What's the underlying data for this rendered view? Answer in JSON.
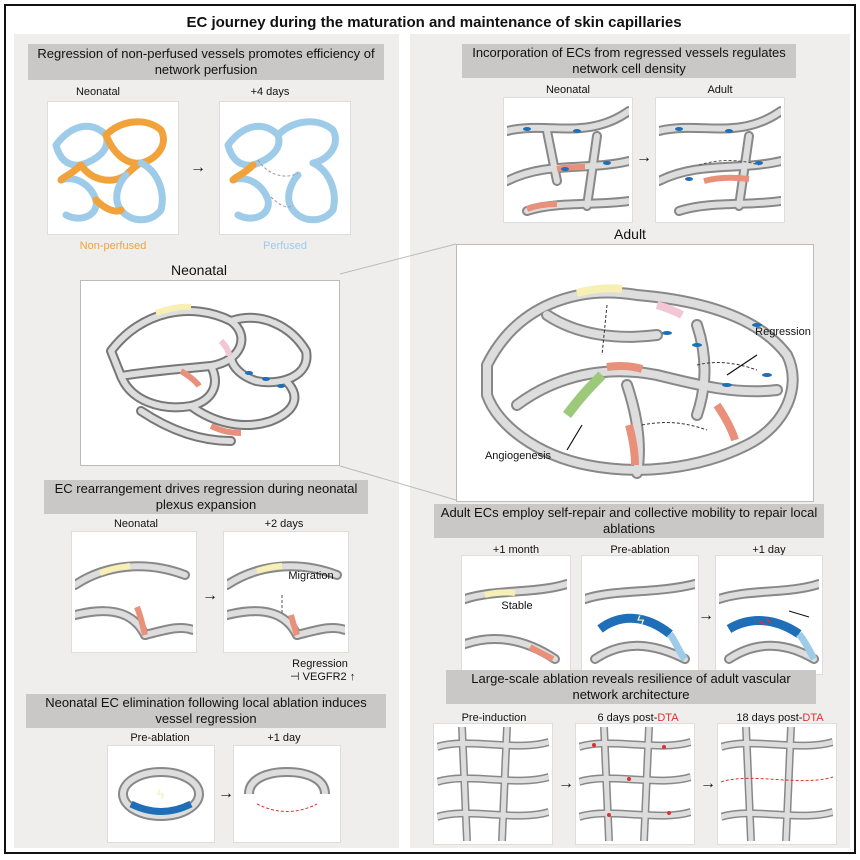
{
  "title": "EC journey during the maturation and maintenance of skin capillaries",
  "left": {
    "section1": {
      "header": "Regression of non-perfused vessels promotes efficiency of network perfusion",
      "label_a": "Neonatal",
      "label_b": "+4 days",
      "legend_a": "Non-perfused",
      "legend_b": "Perfused"
    },
    "neonatal_big": "Neonatal",
    "section2": {
      "header": "EC rearrangement drives regression during neonatal plexus expansion",
      "label_a": "Neonatal",
      "label_b": "+2 days",
      "migration": "Migration",
      "regression": "Regression",
      "vegfr2": "VEGFR2"
    },
    "section3": {
      "header": "Neonatal EC elimination following local ablation induces vessel regression",
      "label_a": "Pre-ablation",
      "label_b": "+1 day"
    }
  },
  "right": {
    "section1": {
      "header": "Incorporation of ECs from regressed vessels regulates network cell density",
      "label_a": "Neonatal",
      "label_b": "Adult"
    },
    "adult_big": "Adult",
    "regression": "Regression",
    "angiogenesis": "Angiogenesis",
    "section2": {
      "header": "Adult ECs employ self-repair and collective mobility to repair local ablations",
      "label_a": "+1 month",
      "label_b": "Pre-ablation",
      "label_c": "+1 day",
      "stable": "Stable"
    },
    "section3": {
      "header": "Large-scale ablation reveals resilience of adult vascular network architecture",
      "label_a": "Pre-induction",
      "label_b_prefix": "6 days post-",
      "label_c_prefix": "18 days post-",
      "dta": "DTA"
    }
  },
  "colors": {
    "orange": "#f2a23a",
    "blue": "#9ecbe8",
    "salmon": "#e8907a",
    "yellow": "#f7efb4",
    "pink": "#f2c6d2",
    "green": "#9cc97a",
    "dark_blue": "#1f6fb8",
    "vessel_gray": "#d8d8d8",
    "red": "#e03030"
  }
}
